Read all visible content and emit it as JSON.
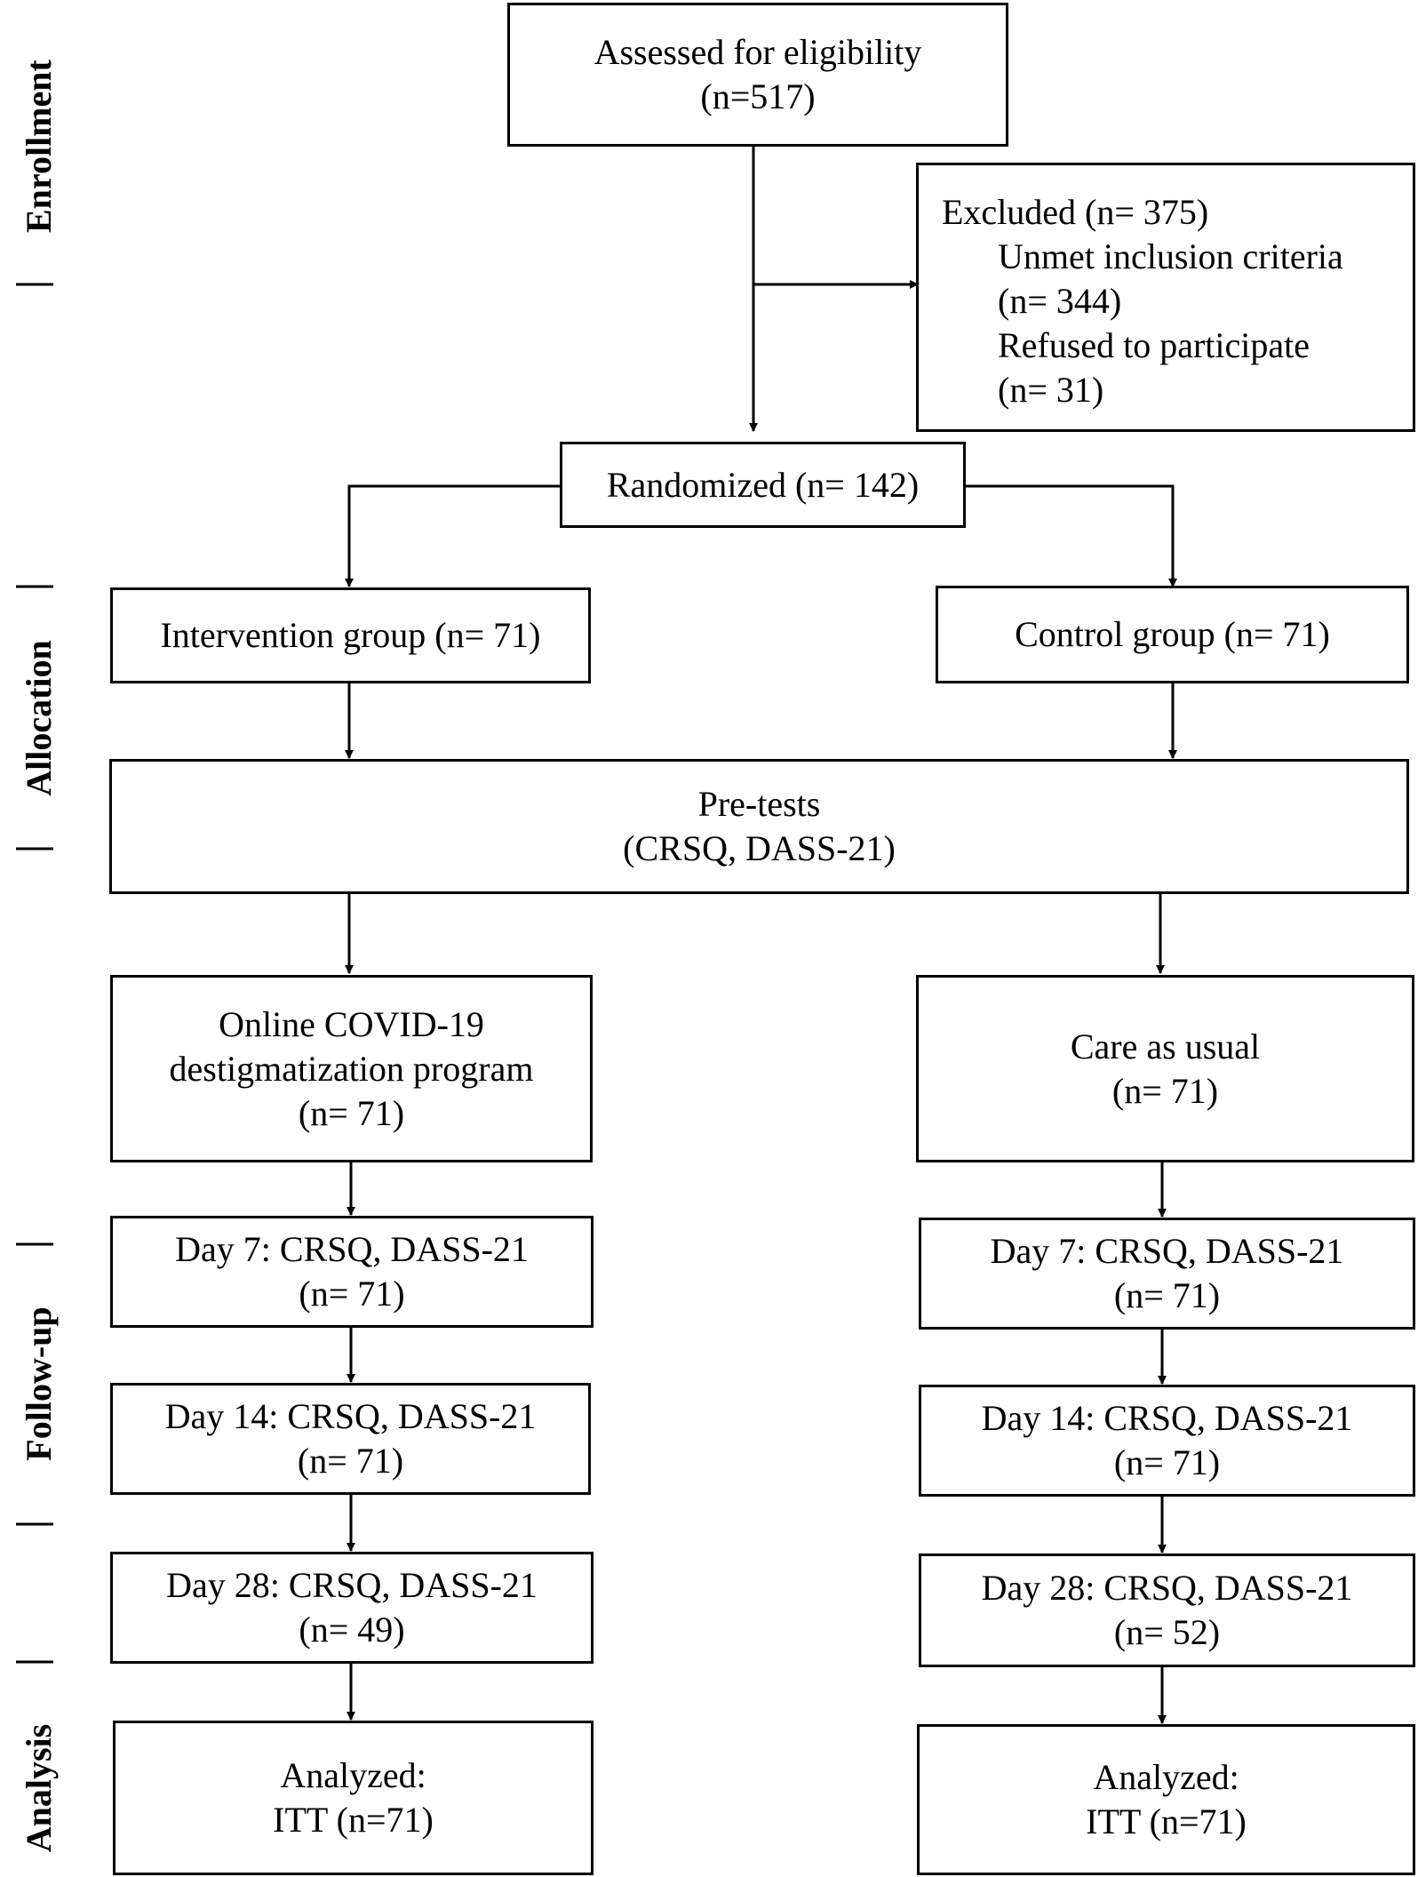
{
  "phases": {
    "enrollment": "Enrollment",
    "allocation": "Allocation",
    "follow_up": "Follow-up",
    "analysis": "Analysis"
  },
  "assessed": {
    "title": "Assessed for eligibility",
    "n": "(n=517)"
  },
  "excluded": {
    "title": "Excluded (n= 375)",
    "reason1": "Unmet inclusion criteria",
    "reason1_n": "(n= 344)",
    "reason2": "Refused to participate",
    "reason2_n": "(n= 31)"
  },
  "randomized": "Randomized (n= 142)",
  "intervention_group": "Intervention group (n= 71)",
  "control_group": "Control group (n= 71)",
  "pretests": {
    "title": "Pre-tests",
    "measures": "(CRSQ, DASS-21)"
  },
  "intervention": {
    "program_line1": "Online COVID-19",
    "program_line2": "destigmatization program",
    "program_n": "(n= 71)",
    "day7": "Day 7: CRSQ, DASS-21",
    "day7_n": "(n= 71)",
    "day14": "Day 14: CRSQ, DASS-21",
    "day14_n": "(n= 71)",
    "day28": "Day 28: CRSQ, DASS-21",
    "day28_n": "(n= 49)",
    "analyzed": "Analyzed:",
    "itt": "ITT (n=71)"
  },
  "control": {
    "program_line1": "Care as usual",
    "program_n": "(n= 71)",
    "day7": "Day 7: CRSQ, DASS-21",
    "day7_n": "(n= 71)",
    "day14": "Day 14: CRSQ, DASS-21",
    "day14_n": "(n= 71)",
    "day28": "Day 28: CRSQ, DASS-21",
    "day28_n": "(n= 52)",
    "analyzed": "Analyzed:",
    "itt": "ITT (n=71)"
  }
}
